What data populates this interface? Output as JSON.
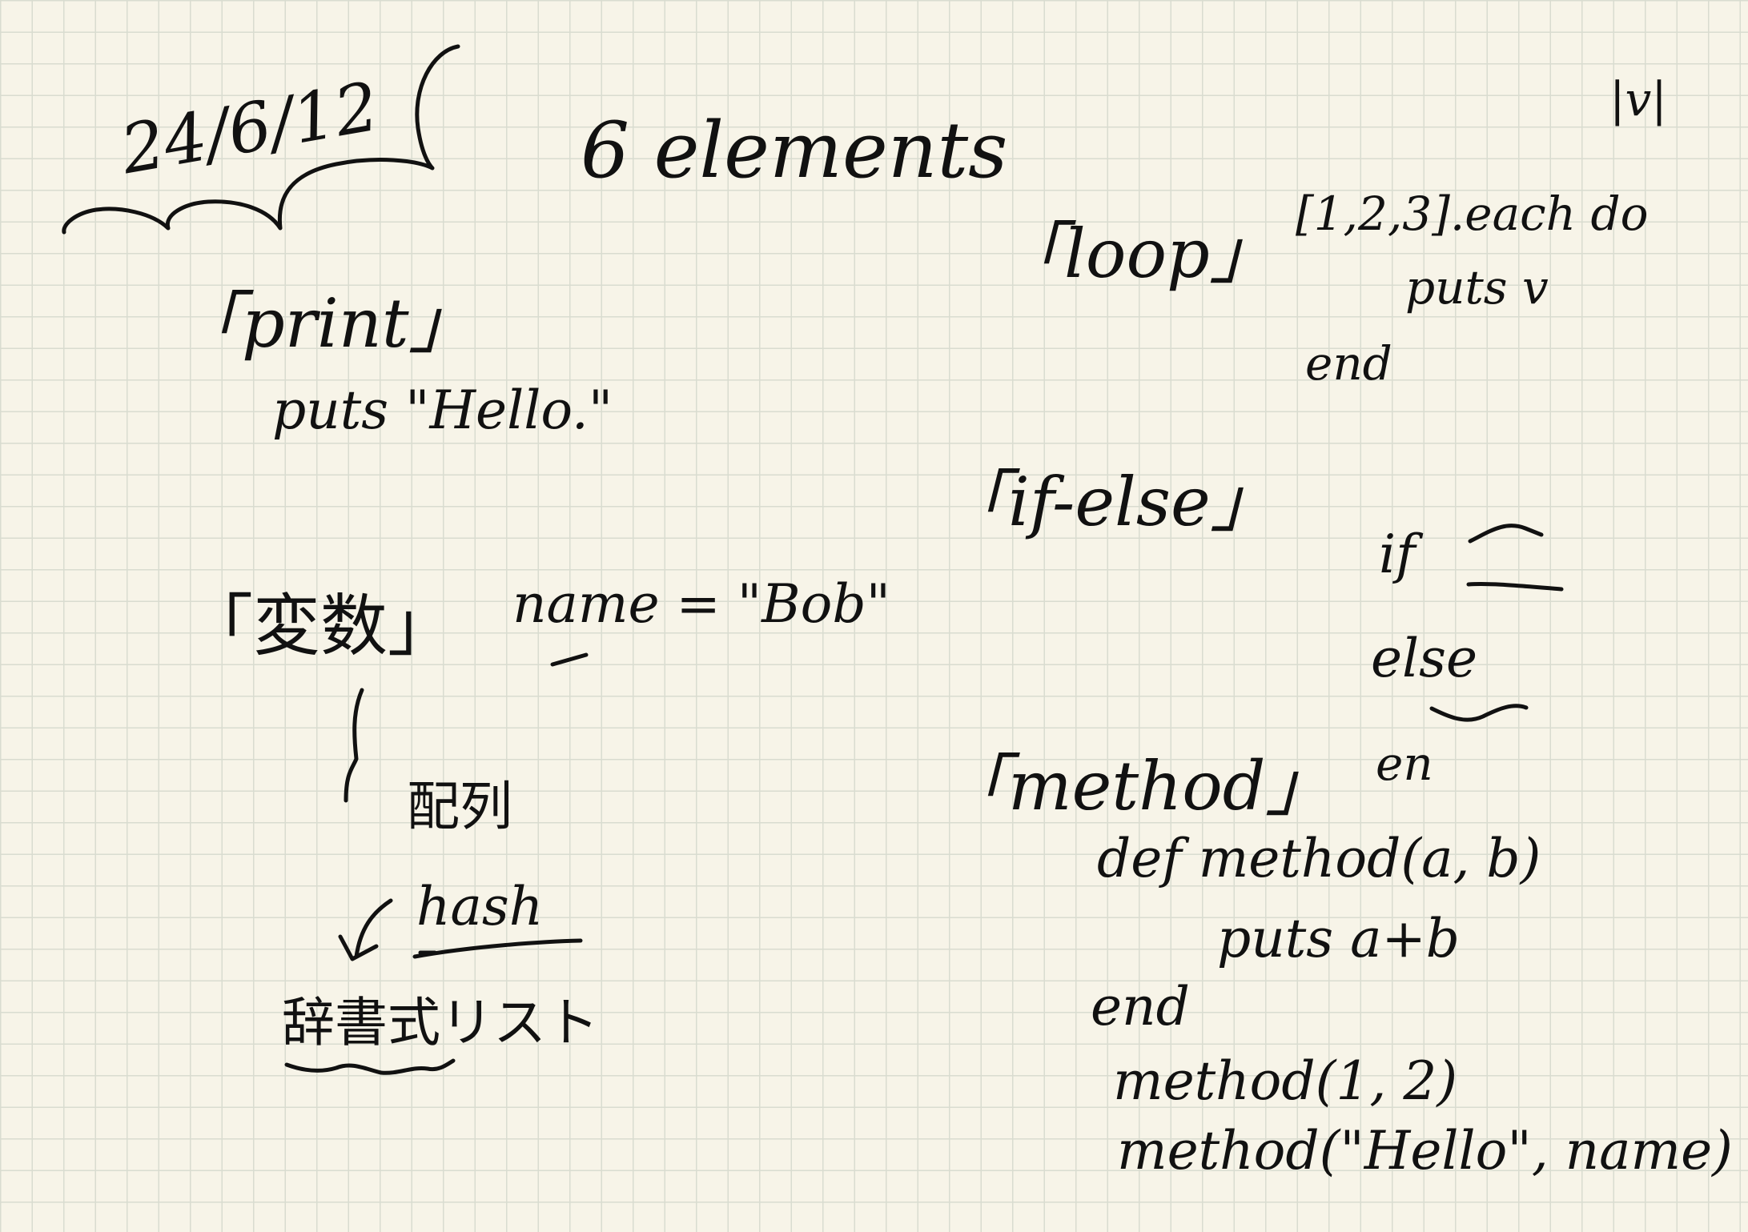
{
  "note": {
    "date": "24/6/12",
    "title": "6 elements",
    "corner": "|v|",
    "sections": {
      "print": {
        "heading": "「print」",
        "code": "puts \"Hello.\""
      },
      "variable": {
        "heading": "「変数」",
        "code": "name = \"Bob\"",
        "array": "配列",
        "hash": "hash",
        "hash_alias": "辞書式リスト"
      },
      "loop": {
        "heading": "「loop」",
        "code_lines": [
          "[1,2,3].each do",
          "puts v",
          "end"
        ]
      },
      "if_else": {
        "heading": "「if-else」",
        "code_lines": [
          "if",
          "else",
          "en"
        ]
      },
      "method": {
        "heading": "「method」",
        "code_lines": [
          "def method(a, b)",
          "puts a+b",
          "end",
          "method(1, 2)",
          "method(\"Hello\", name)"
        ]
      }
    }
  }
}
